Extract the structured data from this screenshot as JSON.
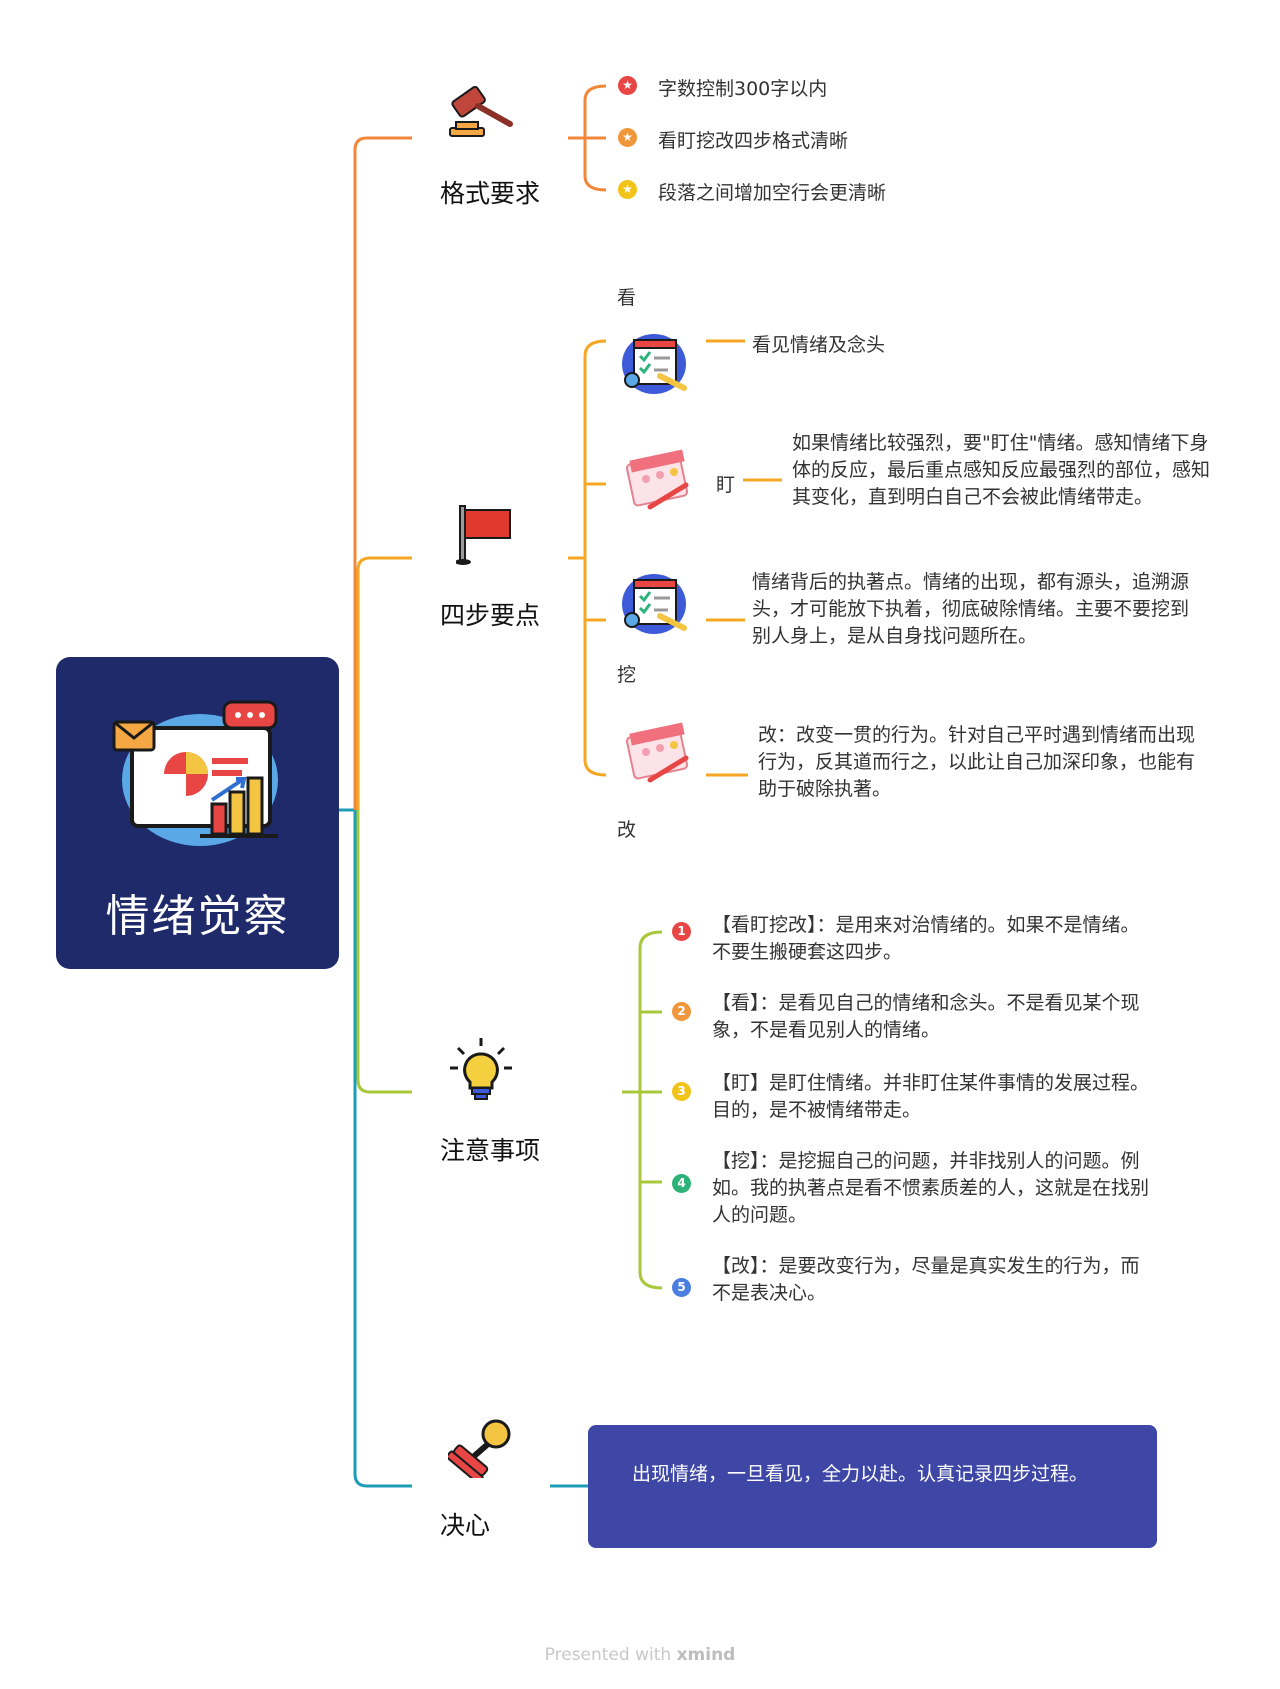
{
  "root": {
    "title": "情绪觉察",
    "icon": "presentation-chart-icon",
    "bg_color": "#1f2a6b"
  },
  "colors": {
    "format": "#f0873b",
    "steps": "#f5a623",
    "notes": "#a8c83a",
    "resolve": "#1b9db5",
    "resolve_box": "#3e47a5"
  },
  "branches": {
    "format": {
      "label": "格式要求",
      "icon": "gavel-icon",
      "items": [
        {
          "text": "字数控制300字以内",
          "icon": "star-badge-red-icon",
          "color": "#e84545"
        },
        {
          "text": "看盯挖改四步格式清晰",
          "icon": "star-badge-orange-icon",
          "color": "#f0963b"
        },
        {
          "text": "段落之间增加空行会更清晰",
          "icon": "star-badge-yellow-icon",
          "color": "#f2c318"
        }
      ]
    },
    "steps": {
      "label": "四步要点",
      "icon": "red-flag-icon",
      "items": [
        {
          "label": "看",
          "text": "看见情绪及念头",
          "icon": "checklist-icon"
        },
        {
          "label": "盯",
          "text": "如果情绪比较强烈，要\"盯住\"情绪。感知情绪下身体的反应，最后重点感知反应最强烈的部位，感知其变化，直到明白自己不会被此情绪带走。",
          "icon": "calendar-icon"
        },
        {
          "label": "挖",
          "text": "情绪背后的执著点。情绪的出现，都有源头，追溯源头，才可能放下执着，彻底破除情绪。主要不要挖到别人身上，是从自身找问题所在。",
          "icon": "checklist-icon"
        },
        {
          "label": "改",
          "text": "改：改变一贯的行为。针对自己平时遇到情绪而出现行为，反其道而行之，以此让自己加深印象，也能有助于破除执著。",
          "icon": "calendar-icon"
        }
      ]
    },
    "notes": {
      "label": "注意事项",
      "icon": "lightbulb-icon",
      "items": [
        {
          "num": "1",
          "color": "#e84545",
          "text": "【看盯挖改】：是用来对治情绪的。如果不是情绪。不要生搬硬套这四步。"
        },
        {
          "num": "2",
          "color": "#f0963b",
          "text": "【看】：是看见自己的情绪和念头。不是看见某个现象，不是看见别人的情绪。"
        },
        {
          "num": "3",
          "color": "#f2c318",
          "text": "【盯】是盯住情绪。并非盯住某件事情的发展过程。目的，是不被情绪带走。"
        },
        {
          "num": "4",
          "color": "#2db37a",
          "text": "【挖】：是挖掘自己的问题，并非找别人的问题。例如。我的执著点是看不惯素质差的人，这就是在找别人的问题。"
        },
        {
          "num": "5",
          "color": "#4a7ee0",
          "text": "【改】：是要改变行为，尽量是真实发生的行为，而不是表决心。"
        }
      ]
    },
    "resolve": {
      "label": "决心",
      "icon": "stamp-icon",
      "text": "出现情绪，一旦看见，全力以赴。认真记录四步过程。"
    }
  },
  "footer": {
    "prefix": "Presented with ",
    "brand": "xmind"
  }
}
